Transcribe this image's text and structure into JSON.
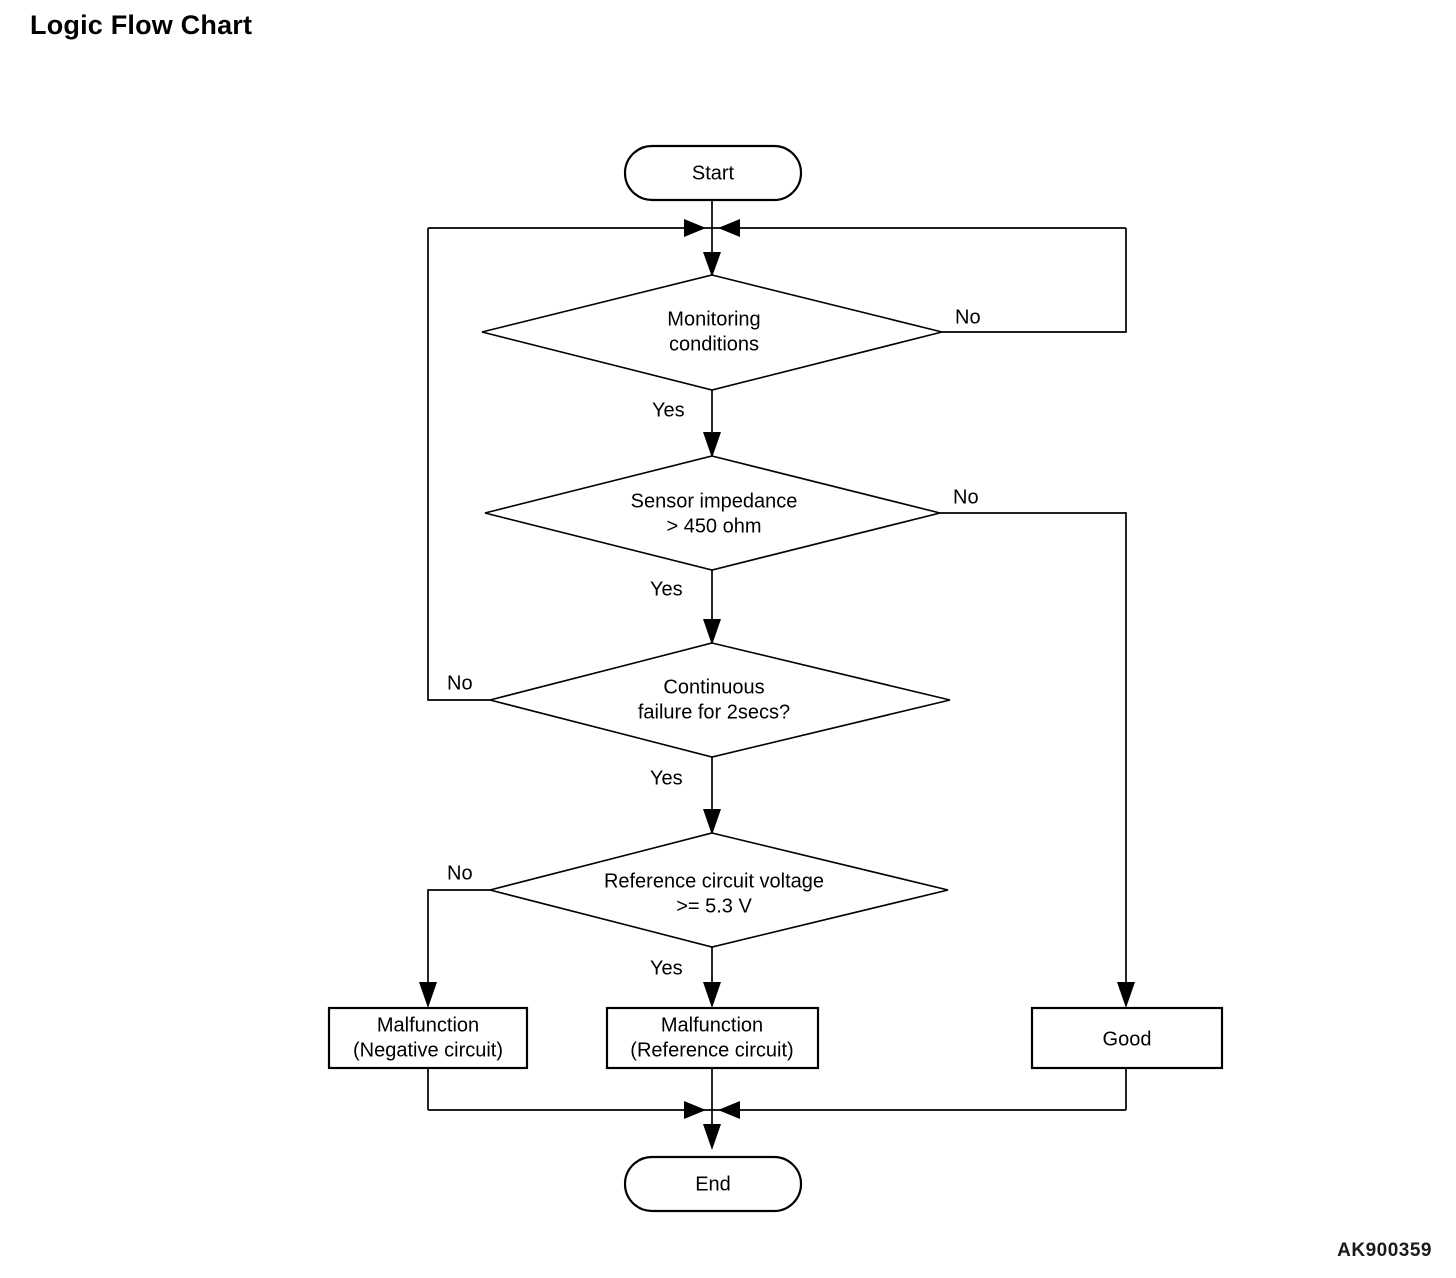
{
  "page": {
    "title": "Logic Flow Chart",
    "figure_code": "AK900359"
  },
  "chart_data": {
    "type": "diagram",
    "diagram_kind": "flowchart",
    "title": "Logic Flow Chart",
    "nodes": [
      {
        "id": "start",
        "shape": "terminator",
        "label": "Start"
      },
      {
        "id": "d1",
        "shape": "decision",
        "label_line1": "Monitoring",
        "label_line2": "conditions"
      },
      {
        "id": "d2",
        "shape": "decision",
        "label_line1": "Sensor impedance",
        "label_line2": "> 450 ohm"
      },
      {
        "id": "d3",
        "shape": "decision",
        "label_line1": "Continuous",
        "label_line2": "failure for 2secs?"
      },
      {
        "id": "d4",
        "shape": "decision",
        "label_line1": "Reference circuit voltage",
        "label_line2": ">= 5.3 V"
      },
      {
        "id": "b1",
        "shape": "process",
        "label_line1": "Malfunction",
        "label_line2": "(Negative circuit)"
      },
      {
        "id": "b2",
        "shape": "process",
        "label_line1": "Malfunction",
        "label_line2": "(Reference circuit)"
      },
      {
        "id": "b3",
        "shape": "process",
        "label_line1": "Good",
        "label_line2": ""
      },
      {
        "id": "end",
        "shape": "terminator",
        "label": "End"
      }
    ],
    "edges": [
      {
        "from": "start",
        "to": "d1",
        "label": ""
      },
      {
        "from": "d1",
        "to": "merge_top",
        "label": "No",
        "direction": "right-loop-back"
      },
      {
        "from": "d1",
        "to": "d2",
        "label": "Yes",
        "direction": "down"
      },
      {
        "from": "d2",
        "to": "b3",
        "label": "No",
        "direction": "right-down"
      },
      {
        "from": "d2",
        "to": "d3",
        "label": "Yes",
        "direction": "down"
      },
      {
        "from": "d3",
        "to": "merge_top",
        "label": "No",
        "direction": "left-loop-back"
      },
      {
        "from": "d3",
        "to": "d4",
        "label": "Yes",
        "direction": "down"
      },
      {
        "from": "d4",
        "to": "b1",
        "label": "No",
        "direction": "left-down"
      },
      {
        "from": "d4",
        "to": "b2",
        "label": "Yes",
        "direction": "down"
      },
      {
        "from": "b1",
        "to": "end",
        "label": ""
      },
      {
        "from": "b2",
        "to": "end",
        "label": ""
      },
      {
        "from": "b3",
        "to": "end",
        "label": ""
      }
    ],
    "edge_labels": {
      "d1_no": "No",
      "d1_yes": "Yes",
      "d2_no": "No",
      "d2_yes": "Yes",
      "d3_no": "No",
      "d3_yes": "Yes",
      "d4_no": "No",
      "d4_yes": "Yes"
    },
    "colors": {
      "stroke": "#000000",
      "fill": "#ffffff",
      "text": "#000000",
      "background": "#ffffff"
    }
  }
}
